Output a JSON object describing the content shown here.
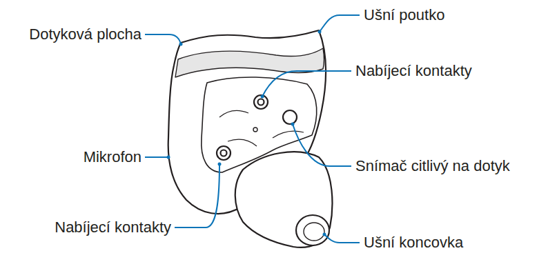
{
  "diagram": {
    "labels": [
      "Ušní poutko",
      "Dotyková plocha",
      "Nabíjecí kontakty",
      "Mikrofon",
      "Snímač citlivý na dotyk",
      "Nabíjecí kontakty",
      "Ušní koncovka"
    ]
  }
}
